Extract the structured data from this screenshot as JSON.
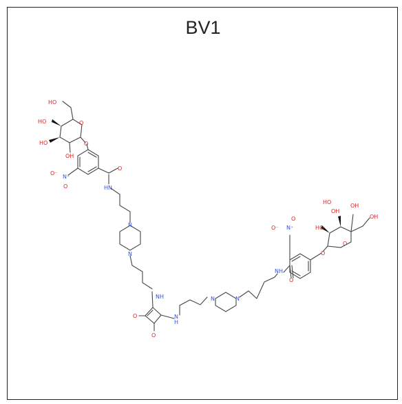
{
  "title": "BV1",
  "molecule": {
    "atom_labels": {
      "oh_top": "HO",
      "oh_left": "HO",
      "oh_lower_left": "HO",
      "oh_bottom": "OH",
      "ring_o_left": "O",
      "ether_o_left": "O",
      "nitro_o_minus_left": "O⁻",
      "nitro_n_left": "N⁺",
      "nitro_o_left": "O",
      "amide_o_left": "O",
      "amide_n_left": "HN",
      "piperazine_n1": "N",
      "piperazine_n2": "N",
      "sq_nh_top": "NH",
      "sq_nh_right": "N",
      "sq_h": "H",
      "sq_o1": "O",
      "sq_o2": "O",
      "piperazine_n3": "N",
      "piperazine_n4": "N",
      "amide_n_right": "NH",
      "amide_o_right": "O",
      "nitro_o_minus_right": "O⁻",
      "nitro_n_right": "N⁺",
      "nitro_o_right": "O",
      "ether_o_right": "O",
      "ring_o_right": "O",
      "oh_r1": "HO",
      "oh_r2": "OH",
      "oh_r3": "HO",
      "oh_r4": "OH",
      "oh_r5": "OH"
    }
  }
}
